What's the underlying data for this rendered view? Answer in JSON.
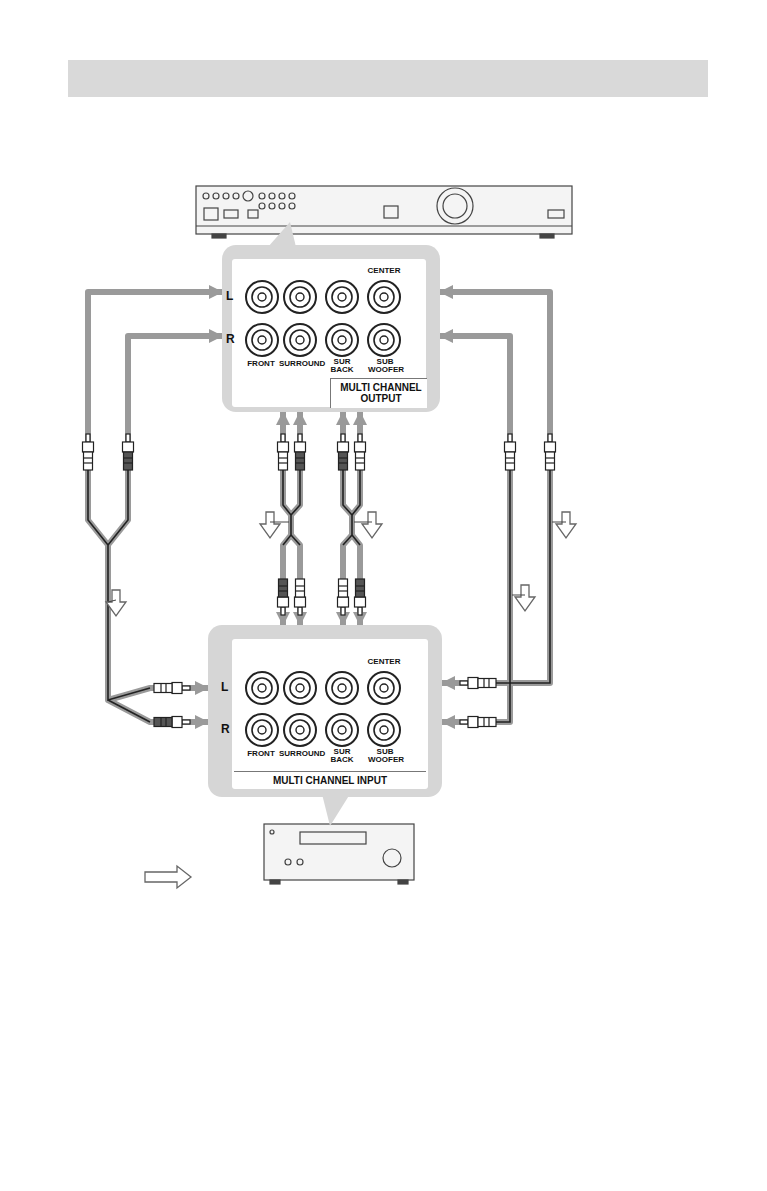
{
  "diagram": {
    "nodes": [
      {
        "text": [
          "L",
          "R",
          "FRONT",
          "SURROUND",
          "SUR BACK",
          "CENTER",
          "SUB WOOFER",
          "MULTI CHANNEL OUTPUT"
        ]
      },
      {
        "text": [
          "L",
          "R",
          "FRONT",
          "SURROUND",
          "SUR BACK",
          "CENTER",
          "SUB WOOFER",
          "MULTI CHANNEL INPUT"
        ]
      }
    ],
    "edges": [
      {
        "from": 0,
        "to": 1,
        "arrow": "both"
      },
      {
        "from": 0,
        "to": 1,
        "arrow": "both"
      },
      {
        "from": 0,
        "to": 1,
        "arrow": "both"
      },
      {
        "from": 0,
        "to": 1,
        "arrow": "both"
      }
    ]
  }
}
